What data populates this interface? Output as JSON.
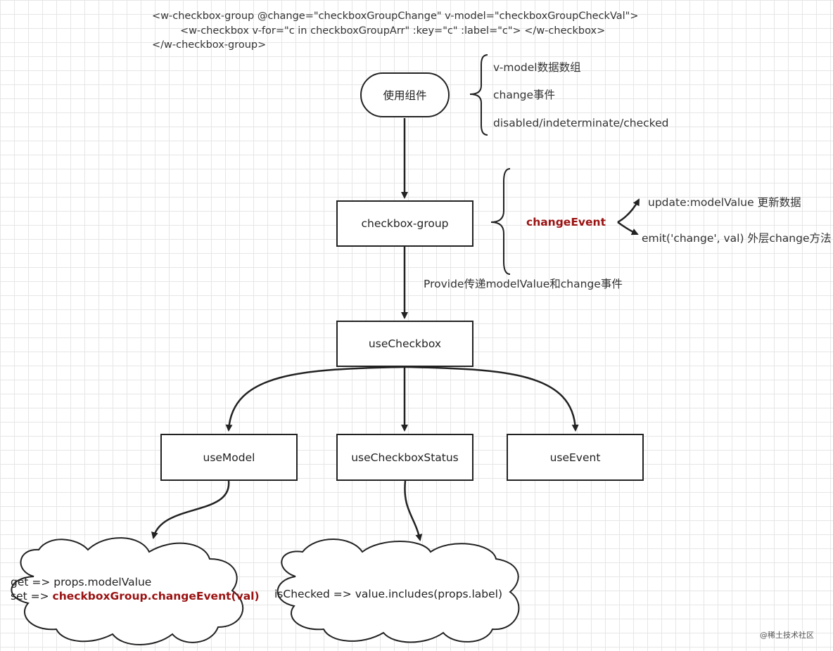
{
  "code_snippet": {
    "line1": "<w-checkbox-group @change=\"checkboxGroupChange\" v-model=\"checkboxGroupCheckVal\">",
    "line2": "<w-checkbox v-for=\"c in checkboxGroupArr\" :key=\"c\" :label=\"c\"> </w-checkbox>",
    "line3": "</w-checkbox-group>"
  },
  "nodes": {
    "use_component": "使用组件",
    "checkbox_group": "checkbox-group",
    "use_checkbox": "useCheckbox",
    "use_model": "useModel",
    "use_checkbox_status": "useCheckboxStatus",
    "use_event": "useEvent"
  },
  "use_component_notes": [
    "v-model数据数组",
    "change事件",
    "disabled/indeterminate/checked"
  ],
  "change_event": {
    "label": "changeEvent",
    "outputs": [
      "update:modelValue  更新数据",
      "emit('change', val)  外层change方法"
    ]
  },
  "provide_label": "Provide传递modelValue和change事件",
  "clouds": {
    "model": {
      "get_line": "get => props.modelValue",
      "set_prefix": "set => ",
      "set_call": "checkboxGroup.changeEvent(val)"
    },
    "status": {
      "line": "isChecked => value.includes(props.label)"
    }
  },
  "watermark": "@稀土技术社区",
  "colors": {
    "emphasis": "#9a1111",
    "stroke": "#222222",
    "grid": "#e6e6e6"
  }
}
